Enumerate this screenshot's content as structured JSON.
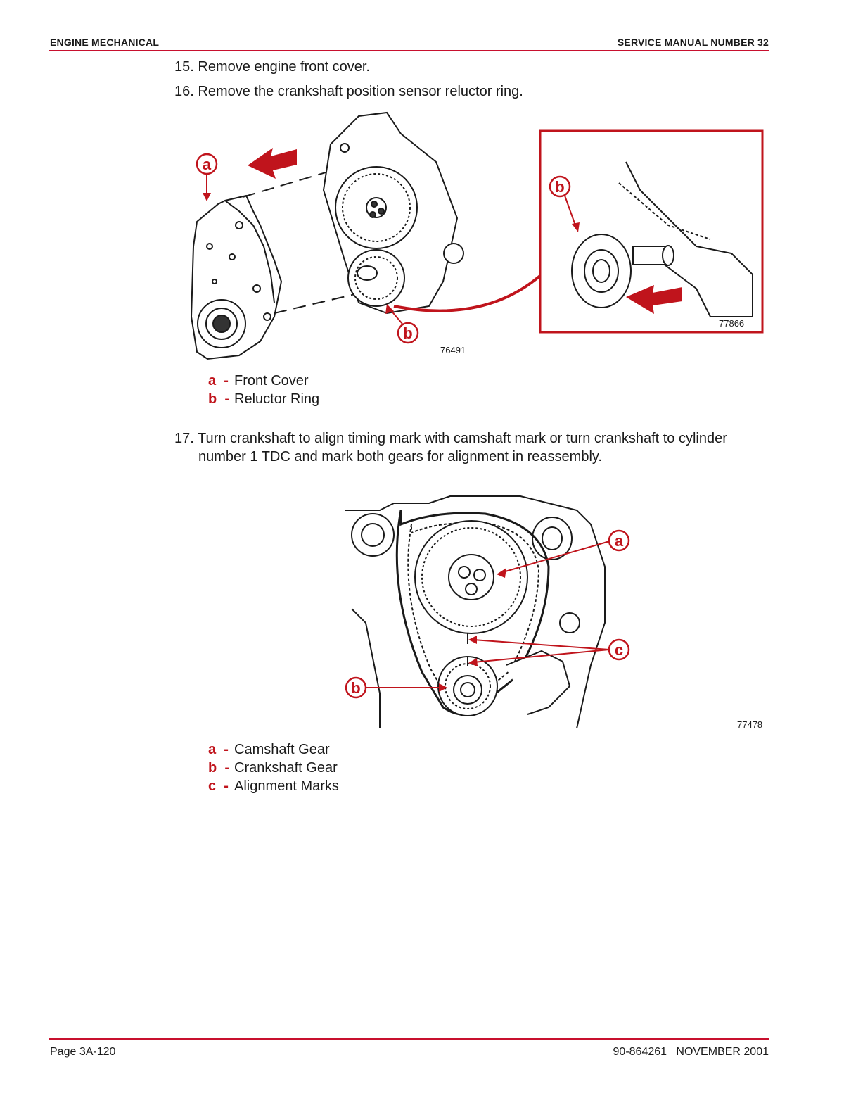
{
  "header": {
    "section": "ENGINE MECHANICAL",
    "manual": "SERVICE MANUAL NUMBER 32"
  },
  "steps": [
    {
      "number": "15.",
      "text": "Remove engine front cover."
    },
    {
      "number": "16.",
      "text": "Remove the crankshaft position sensor reluctor ring."
    },
    {
      "number": "17.",
      "text": "Turn crankshaft to align timing mark with camshaft mark or turn crankshaft to cylinder",
      "text2": "number 1 TDC and mark both gears for alignment in reassembly."
    }
  ],
  "figure1": {
    "number": "76491",
    "inset_number": "77866",
    "callouts": {
      "a": "a",
      "b": "b",
      "inset_b": "b"
    },
    "accent_color": "#c0141c"
  },
  "legend1": [
    {
      "key": "a  -",
      "label": "Front Cover"
    },
    {
      "key": "b  -",
      "label": "Reluctor Ring"
    }
  ],
  "figure2": {
    "number": "77478",
    "callouts": {
      "a": "a",
      "b": "b",
      "c": "c"
    }
  },
  "legend2": [
    {
      "key": "a  -",
      "label": "Camshaft Gear"
    },
    {
      "key": "b  -",
      "label": "Crankshaft Gear"
    },
    {
      "key": "c  -",
      "label": "Alignment Marks"
    }
  ],
  "footer": {
    "page": "Page 3A-120",
    "doc": "90-864261   NOVEMBER 2001"
  }
}
